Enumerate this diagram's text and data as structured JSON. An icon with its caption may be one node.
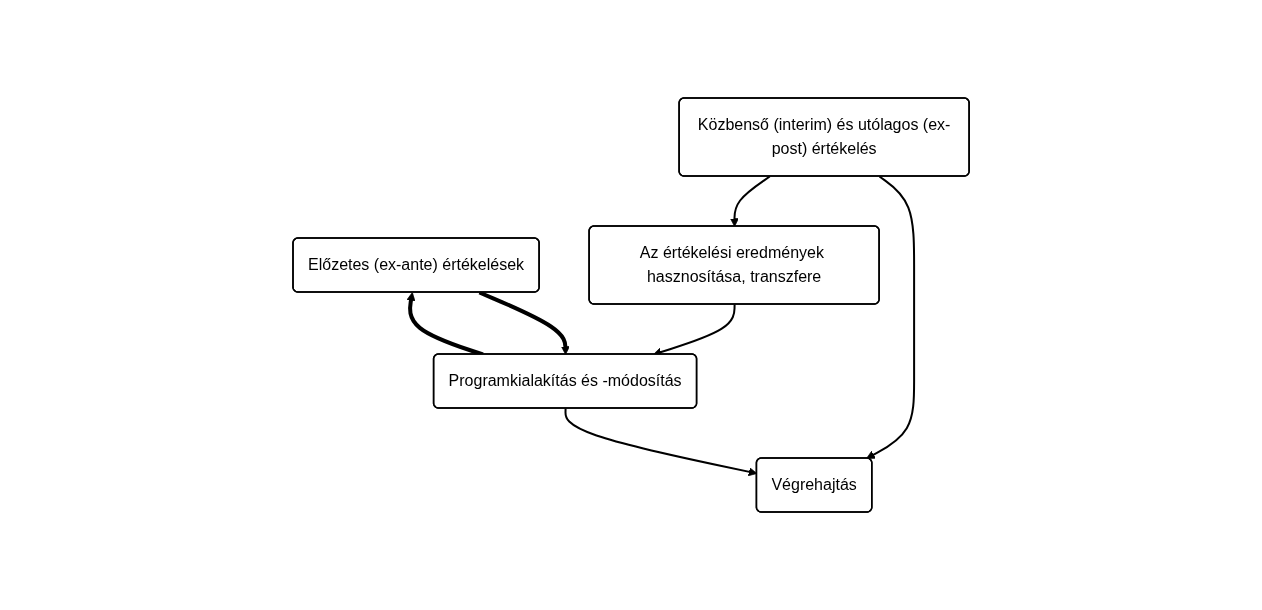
{
  "diagram": {
    "nodes": [
      {
        "text": [
          "Előzetes (ex-ante) értékelések"
        ]
      },
      {
        "text": [
          "Programkialakítás és -módosítás"
        ]
      },
      {
        "text": [
          "Végrehajtás"
        ]
      },
      {
        "text": [
          "Közbenső (interim) és utólagos (ex-post) értékelés"
        ]
      },
      {
        "text": [
          "Az értékelési eredmények hasznosítása, transzfere"
        ]
      }
    ],
    "edges": [
      {
        "from": 0,
        "to": 1,
        "arrow": "to",
        "style": "thick"
      },
      {
        "from": 1,
        "to": 0,
        "arrow": "to",
        "style": "thick"
      },
      {
        "from": 1,
        "to": 2,
        "arrow": "to"
      },
      {
        "from": 3,
        "to": 2,
        "arrow": "to"
      },
      {
        "from": 3,
        "to": 4,
        "arrow": "to"
      },
      {
        "from": 4,
        "to": 1,
        "arrow": "to"
      }
    ]
  }
}
